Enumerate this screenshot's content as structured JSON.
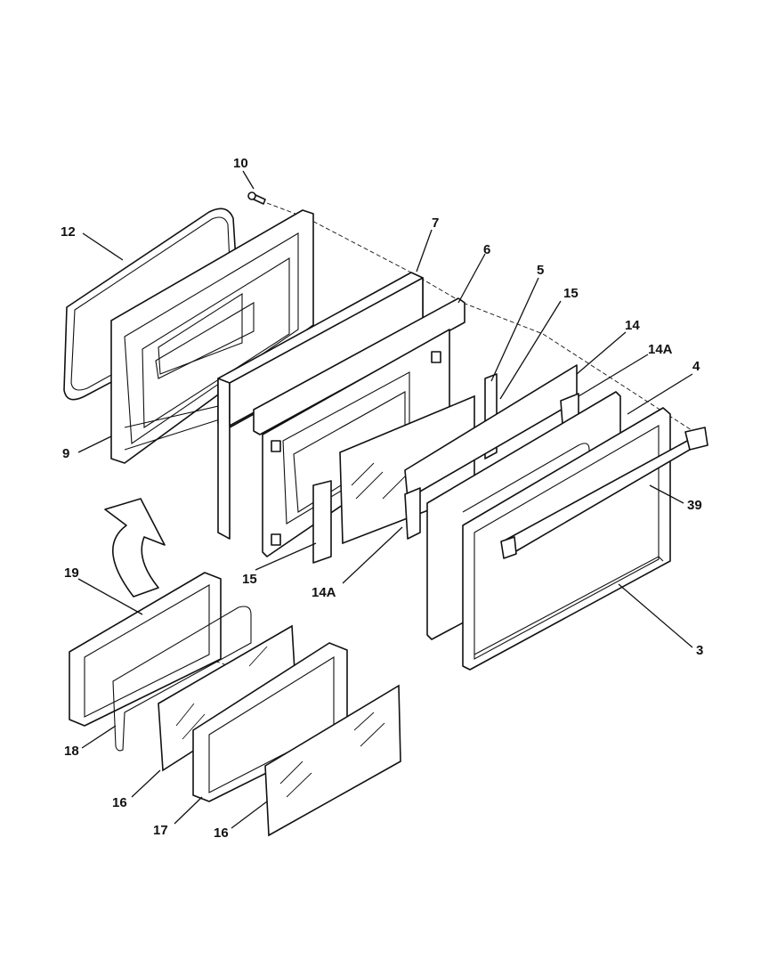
{
  "callouts": [
    {
      "id": "c10",
      "text": "10"
    },
    {
      "id": "c12",
      "text": "12"
    },
    {
      "id": "c9",
      "text": "9"
    },
    {
      "id": "c7",
      "text": "7"
    },
    {
      "id": "c6",
      "text": "6"
    },
    {
      "id": "c5",
      "text": "5"
    },
    {
      "id": "c15a",
      "text": "15"
    },
    {
      "id": "c14",
      "text": "14"
    },
    {
      "id": "c14aa",
      "text": "14A"
    },
    {
      "id": "c4",
      "text": "4"
    },
    {
      "id": "c39",
      "text": "39"
    },
    {
      "id": "c3",
      "text": "3"
    },
    {
      "id": "c15b",
      "text": "15"
    },
    {
      "id": "c14ab",
      "text": "14A"
    },
    {
      "id": "c19",
      "text": "19"
    },
    {
      "id": "c18",
      "text": "18"
    },
    {
      "id": "c16a",
      "text": "16"
    },
    {
      "id": "c17",
      "text": "17"
    },
    {
      "id": "c16b",
      "text": "16"
    }
  ]
}
